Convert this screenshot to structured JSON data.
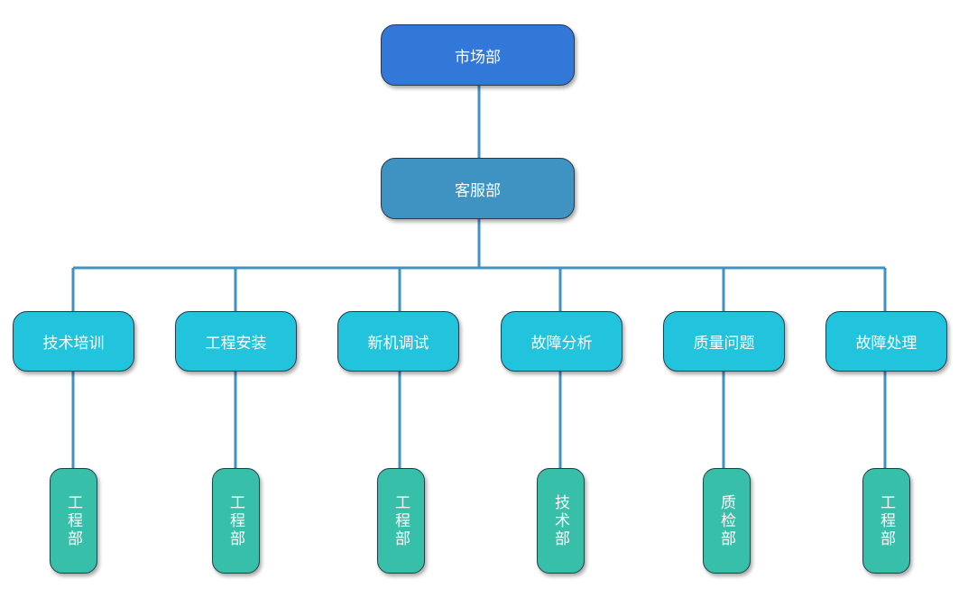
{
  "diagram": {
    "root": {
      "label": "市场部"
    },
    "level2": {
      "label": "客服部"
    },
    "departments": [
      {
        "label": "技术培训",
        "unit": "工程部"
      },
      {
        "label": "工程安装",
        "unit": "工程部"
      },
      {
        "label": "新机调试",
        "unit": "工程部"
      },
      {
        "label": "故障分析",
        "unit": "技术部"
      },
      {
        "label": "质量问题",
        "unit": "质检部"
      },
      {
        "label": "故障处理",
        "unit": "工程部"
      }
    ],
    "colors": {
      "root": "#3278d8",
      "level2": "#3f93c3",
      "department": "#21c4dc",
      "unit": "#38bfa9",
      "connector": "#3f93c3"
    }
  }
}
